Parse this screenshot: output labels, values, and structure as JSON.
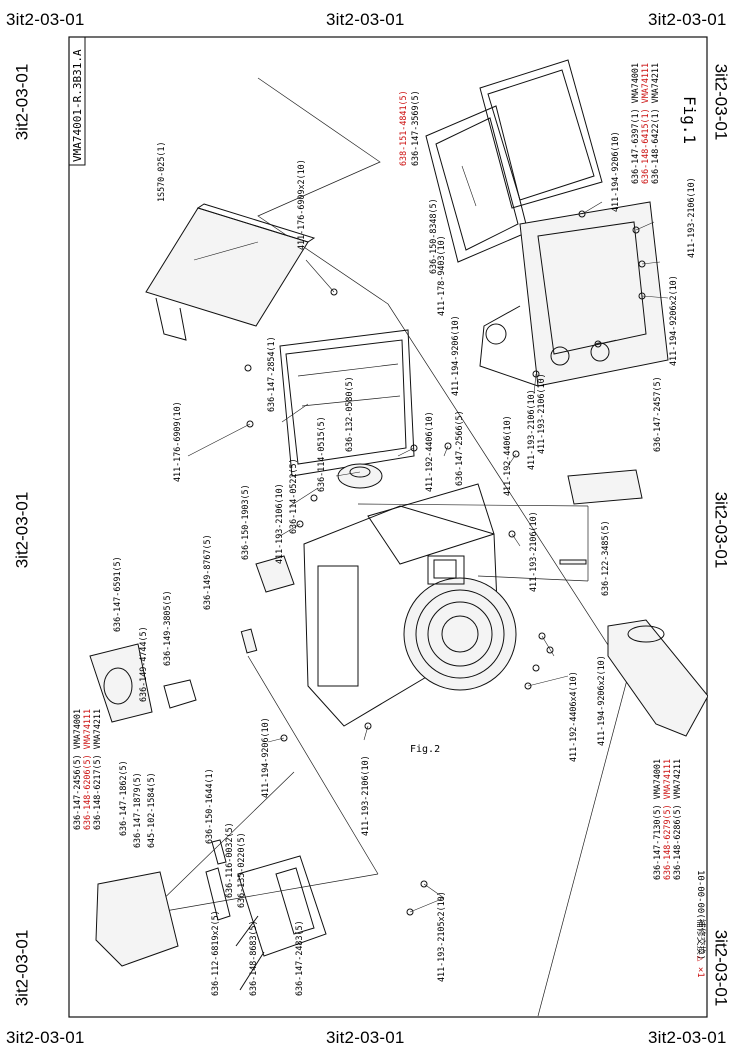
{
  "corners": {
    "top_left": "3it2-03-01",
    "top_center": "3it2-03-01",
    "top_right": "3it2-03-01",
    "bottom_left": "3it2-03-01",
    "bottom_center": "3it2-03-01",
    "bottom_right": "3it2-03-01",
    "left_top": "3it2-03-01",
    "left_middle": "3it2-03-01",
    "left_bottom": "3it2-03-01",
    "right_top": "3it2-03-01",
    "right_middle": "3it2-03-01",
    "right_bottom": "3it2-03-01"
  },
  "sheet": {
    "code": "VMA74001-R.3B31.A",
    "fig1": "Fig.1",
    "fig2": "Fig.2",
    "footer_note": "10-00-00(補修交換)",
    "footer_mark": "△ ×1"
  },
  "parts": {
    "p01": "1S570-025(1)",
    "p02": "411-176-6909x2(10)",
    "p03": "636-147-2854(1)",
    "p04": "411-176-6909(10)",
    "p05": "636-150-1903(5)",
    "p06": "411-193-2106(10)",
    "p07": "636-114-0522(5)",
    "p08": "636-114-0515(5)",
    "p09": "636-132-0580(5)",
    "p10": "411-192-4406(10)",
    "p11": "636-147-2566(5)",
    "p12": "411-192-4406(10)",
    "p13": "411-193-2106(10)",
    "p14": "636-149-8767(5)",
    "p15": "636-149-3805(5)",
    "p16": "636-147-6591(5)",
    "p17": "636-149-4744(5)",
    "p18": "411-194-9206(10)",
    "p19": "411-193-2106(10)",
    "p20": "636-147-1862(5)",
    "p21": "636-147-1879(5)",
    "p22": "645-102-1584(5)",
    "p23": "636-150-1644(1)",
    "p24": "636-116-0032(5)",
    "p25": "636-135-0220(5)",
    "p26": "636-112-6819x2(5)",
    "p27": "636-148-8683(5)",
    "p28": "636-147-2483(5)",
    "p29": "411-193-2105x2(10)",
    "p30": "411-192-4406x4(10)",
    "p31": "411-194-9206x2(10)",
    "p32": "636-122-3485(5)",
    "p33": "411-193-2106(10)",
    "p34": "636-147-2457(5)",
    "p35": "411-193-2106(10)",
    "p36": "411-194-9206(10)",
    "p37": "411-178-9403(10)",
    "p38": "636-150-8348(5)",
    "p39": "411-194-9206x2(10)",
    "p40": "411-193-2106(10)",
    "p41": "411-194-9206(10)",
    "p42": "636-147-3569(5)",
    "p43": "638-151-4841(5)"
  },
  "groups": {
    "grip_top": [
      "636-147-2456(5) VMA74001",
      "636-148-6206(5) VMA74111",
      "636-148-6217(5) VMA74211"
    ],
    "grip_bottom": [
      "636-147-7130(5) VMA74001",
      "636-148-6279(5) VMA74111",
      "636-148-6286(5) VMA74211"
    ],
    "rear_cover": [
      "636-147-6397(1) VMA74001",
      "636-148-6415(1) VMA74111",
      "636-148-6422(1) VMA74211"
    ]
  },
  "colors": {
    "ink": "#000000",
    "red": "#cc1111",
    "border": "#111111"
  }
}
